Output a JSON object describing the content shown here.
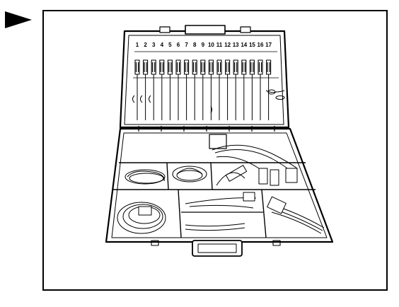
{
  "slot_numbers": [
    "1",
    "2",
    "3",
    "4",
    "5",
    "6",
    "7",
    "8",
    "9",
    "10",
    "11",
    "12",
    "13",
    "14",
    "15",
    "16",
    "17"
  ],
  "colors": {
    "ink": "#000000",
    "paper": "#ffffff",
    "case": "#ffffff"
  },
  "icons": {
    "pointer": "arrow-right-icon"
  }
}
